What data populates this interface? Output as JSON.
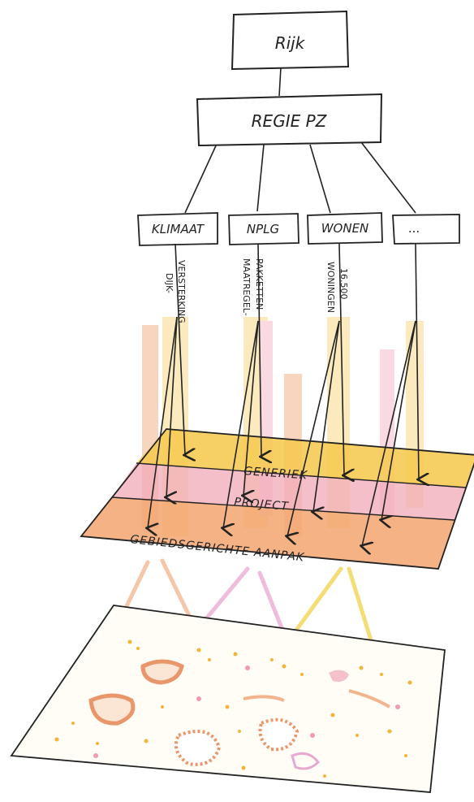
{
  "diagram": {
    "top_box": "Rijk",
    "second_box": "REGIE PZ",
    "themes": [
      {
        "label": "KLIMAAT",
        "flow_lines": [
          "DIJK-",
          "VERSTERKING"
        ]
      },
      {
        "label": "NPLG",
        "flow_lines": [
          "MAATREGEL-",
          "PAKKETTEN"
        ]
      },
      {
        "label": "WONEN",
        "flow_lines": [
          "WONINGEN",
          "16.500"
        ]
      },
      {
        "label": "...",
        "flow_lines": []
      }
    ],
    "layers": [
      "GENERIEK",
      "PROJECT",
      "GEBIEDSGERICHTE AANPAK"
    ],
    "colors": {
      "generiek": "#f6c84a",
      "project": "#f2a9b8",
      "aanpak": "#f3a56e",
      "yellow_band": "#f7d98a",
      "pink_band": "#f5bccb",
      "orange_band": "#f2b48c",
      "ink": "#222222"
    }
  }
}
